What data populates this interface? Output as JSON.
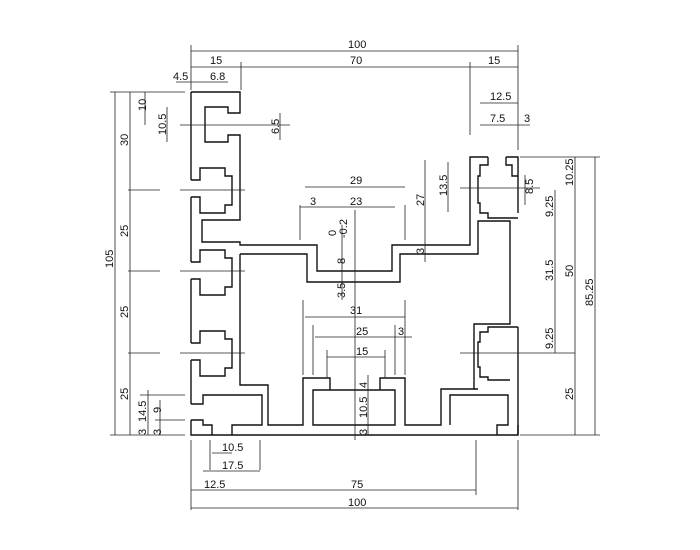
{
  "drawing": {
    "colors": {
      "line": "#111111",
      "background": "#ffffff"
    },
    "dims": {
      "overall_width_top": "100",
      "top_left_15": "15",
      "top_70": "70",
      "top_right_15": "15",
      "d4_5": "4.5",
      "d6_8": "6.8",
      "d12_5_top": "12.5",
      "d7_5": "7.5",
      "d3_topright": "3",
      "height_105": "105",
      "left_30": "30",
      "left_25_a": "25",
      "left_25_b": "25",
      "left_25_c": "25",
      "d10": "10",
      "d10_5_left": "10.5",
      "d6_5": "6.5",
      "d14_5": "14.5",
      "d9": "9",
      "d3_left_a": "3",
      "d3_left_b": "3",
      "d29": "29",
      "d3_center_top": "3",
      "d23": "23",
      "tol_upper": "0",
      "tol_lower": "-0.2",
      "d8": "8",
      "d3_5": "3.5",
      "d3_web": "3",
      "d27": "27",
      "d13_5": "13.5",
      "d31": "31",
      "d25_center": "25",
      "d3_center_bottom": "3",
      "d15_center": "15",
      "d4": "4",
      "d10_5_center": "10.5",
      "d3_center_base": "3",
      "d8_5": "8.5",
      "d10_25": "10.25",
      "d9_25_a": "9.25",
      "d31_5": "31.5",
      "d50": "50",
      "d85_25": "85.25",
      "d9_25_b": "9.25",
      "right_25": "25",
      "d10_5_bottom": "10.5",
      "d17_5": "17.5",
      "d12_5_bottom": "12.5",
      "d75": "75",
      "overall_width_bottom": "100"
    }
  }
}
